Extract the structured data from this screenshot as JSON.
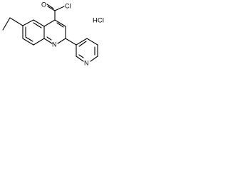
{
  "molecule": {
    "atom_labels": {
      "oxygen": "O",
      "chlorine": "Cl",
      "ring_nitrogen": "N",
      "pyridine_nitrogen": "N"
    },
    "salt": "HCl"
  }
}
